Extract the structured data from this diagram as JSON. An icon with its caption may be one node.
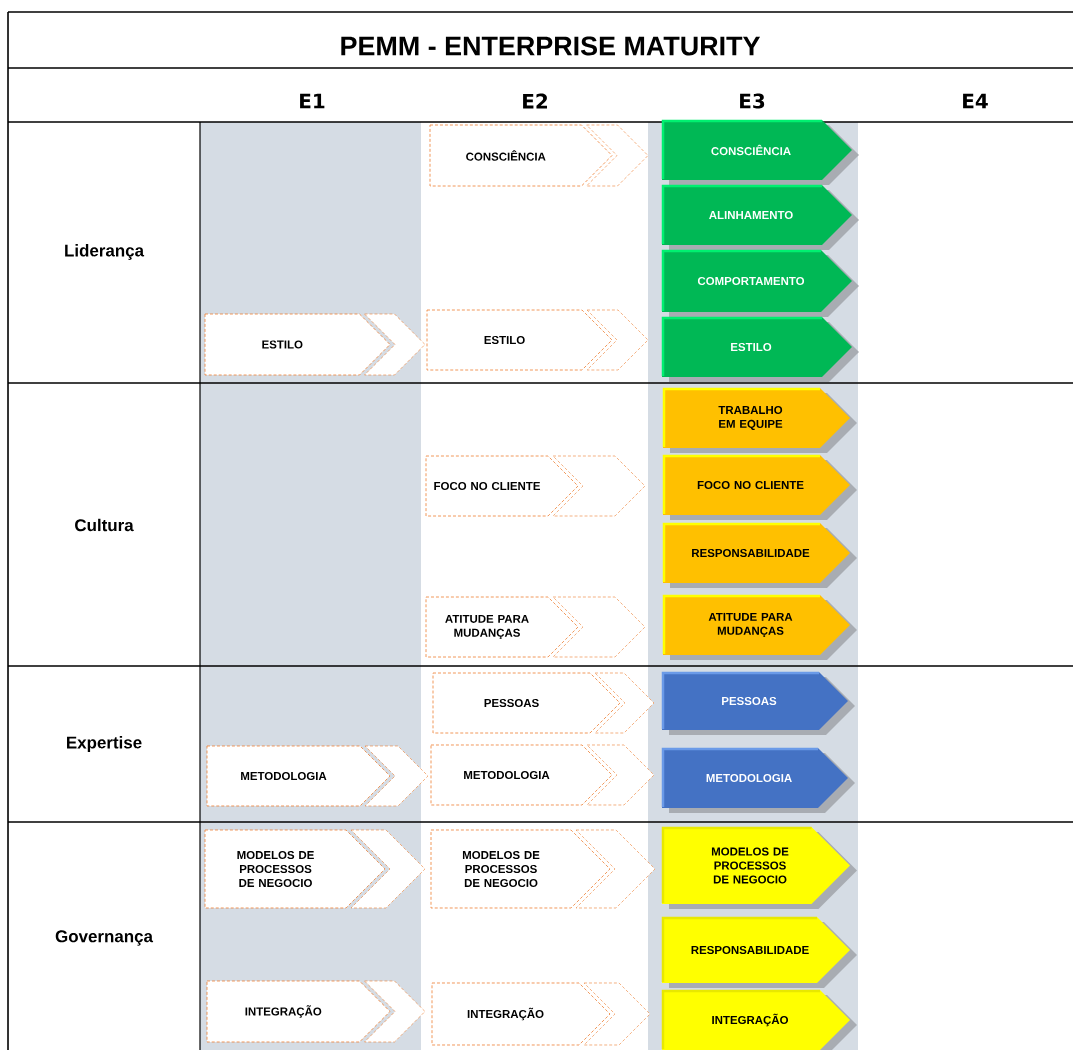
{
  "diagram": {
    "title": "PEMM - ENTERPRISE MATURITY",
    "nodes": [
      {
        "text": [
          "CONSCIÊNCIA"
        ]
      },
      {
        "text": [
          "CONSCIÊNCIA"
        ]
      },
      {
        "text": [
          "ALINHAMENTO"
        ]
      },
      {
        "text": [
          "COMPORTAMENTO"
        ]
      },
      {
        "text": [
          "ESTILO"
        ]
      },
      {
        "text": [
          "ESTILO"
        ]
      },
      {
        "text": [
          "ESTILO"
        ]
      },
      {
        "text": [
          "TRABALHO EM EQUIPE"
        ]
      },
      {
        "text": [
          "FOCO NO CLIENTE"
        ]
      },
      {
        "text": [
          "FOCO NO CLIENTE"
        ]
      },
      {
        "text": [
          "RESPONSABILIDADE"
        ]
      },
      {
        "text": [
          "ATITUDE PARA MUDANÇAS"
        ]
      },
      {
        "text": [
          "ATITUDE PARA MUDANÇAS"
        ]
      },
      {
        "text": [
          "PESSOAS"
        ]
      },
      {
        "text": [
          "PESSOAS"
        ]
      },
      {
        "text": [
          "METODOLOGIA"
        ]
      },
      {
        "text": [
          "METODOLOGIA"
        ]
      },
      {
        "text": [
          "METODOLOGIA"
        ]
      },
      {
        "text": [
          "MODELOS DE PROCESSOS DE NEGOCIO"
        ]
      },
      {
        "text": [
          "MODELOS DE PROCESSOS DE NEGOCIO"
        ]
      },
      {
        "text": [
          "MODELOS DE PROCESSOS DE NEGOCIO"
        ]
      },
      {
        "text": [
          "RESPONSABILIDADE"
        ]
      },
      {
        "text": [
          "INTEGRAÇÃO"
        ]
      },
      {
        "text": [
          "INTEGRAÇÃO"
        ]
      },
      {
        "text": [
          "INTEGRAÇÃO"
        ]
      }
    ],
    "labels": [
      "E1",
      "E2",
      "E3",
      "E4",
      "Liderança",
      "Cultura",
      "Expertise",
      "Governança"
    ]
  }
}
